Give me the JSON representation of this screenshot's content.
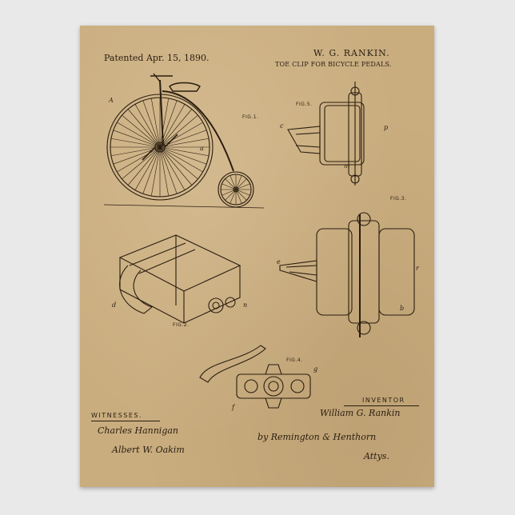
{
  "patent": {
    "date_line": "Patented Apr. 15, 1890.",
    "inventor_header": "W. G. RANKIN.",
    "title": "TOE CLIP FOR BICYCLE PEDALS."
  },
  "figures": {
    "fig1": "FIG.1.",
    "fig2": "FIG.2.",
    "fig3": "FIG.3.",
    "fig4": "FIG.4.",
    "fig5": "FIG.5."
  },
  "labels": {
    "A": "A",
    "a": "a",
    "b": "b",
    "c": "c",
    "d": "d",
    "e": "e",
    "m": "m",
    "p": "p",
    "r": "r",
    "n": "n",
    "f": "f",
    "g": "g"
  },
  "signatures": {
    "witnesses_label": "WITNESSES.",
    "inventor_label": "INVENTOR",
    "witness1": "Charles Hannigan",
    "witness2": "Albert W. Oakim",
    "inventor": "William G. Rankin",
    "attorney": "by Remington & Henthorn",
    "attys": "Attys."
  },
  "colors": {
    "paper": "#c9ad7f",
    "ink": "#2a1d10",
    "background": "#e9e9ea"
  }
}
